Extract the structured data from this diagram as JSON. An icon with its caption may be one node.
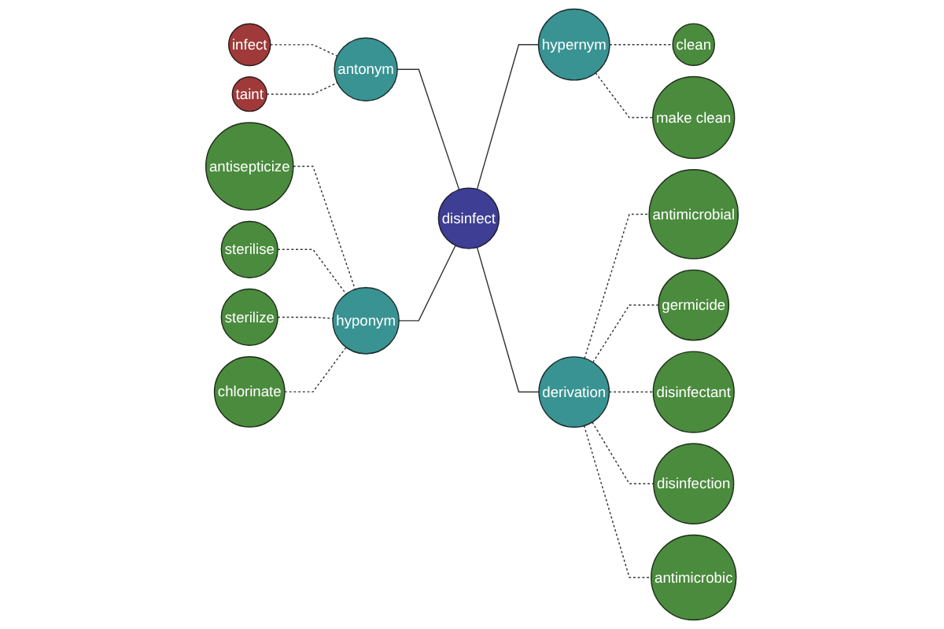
{
  "diagram": {
    "nodes": [
      {
        "text": [
          "infect"
        ]
      },
      {
        "text": [
          "taint"
        ]
      },
      {
        "text": [
          "antisepticize"
        ]
      },
      {
        "text": [
          "sterilise"
        ]
      },
      {
        "text": [
          "clean"
        ]
      },
      {
        "text": [
          "antonym"
        ]
      },
      {
        "text": [
          "sterilize"
        ]
      },
      {
        "text": [
          "hyponym"
        ]
      },
      {
        "text": [
          "make clean"
        ]
      },
      {
        "text": [
          "hypernym"
        ]
      },
      {
        "text": [
          "chlorinate"
        ]
      },
      {
        "text": [
          "disinfect"
        ]
      },
      {
        "text": [
          "antimicrobial"
        ]
      },
      {
        "text": [
          "derivation"
        ]
      },
      {
        "text": [
          "germicide"
        ]
      },
      {
        "text": [
          "disinfectant"
        ]
      },
      {
        "text": [
          "disinfection"
        ]
      },
      {
        "text": [
          "antimicrobic"
        ]
      }
    ],
    "edges": [
      {
        "from": 0,
        "to": 5,
        "arrow": "none",
        "style": "dashed"
      },
      {
        "from": 1,
        "to": 5,
        "arrow": "none",
        "style": "dashed"
      },
      {
        "from": 5,
        "to": 11,
        "arrow": "none"
      },
      {
        "from": 2,
        "to": 7,
        "arrow": "none",
        "style": "dashed"
      },
      {
        "from": 3,
        "to": 7,
        "arrow": "none",
        "style": "dashed"
      },
      {
        "from": 6,
        "to": 7,
        "arrow": "none",
        "style": "dashed"
      },
      {
        "from": 10,
        "to": 7,
        "arrow": "none",
        "style": "dashed"
      },
      {
        "from": 7,
        "to": 11,
        "arrow": "none"
      },
      {
        "from": 11,
        "to": 9,
        "arrow": "none"
      },
      {
        "from": 9,
        "to": 4,
        "arrow": "none",
        "style": "dashed"
      },
      {
        "from": 9,
        "to": 8,
        "arrow": "none",
        "style": "dashed"
      },
      {
        "from": 11,
        "to": 13,
        "arrow": "none"
      },
      {
        "from": 13,
        "to": 12,
        "arrow": "none",
        "style": "dashed"
      },
      {
        "from": 13,
        "to": 14,
        "arrow": "none",
        "style": "dashed"
      },
      {
        "from": 13,
        "to": 15,
        "arrow": "none",
        "style": "dashed"
      },
      {
        "from": 13,
        "to": 16,
        "arrow": "none",
        "style": "dashed"
      },
      {
        "from": 13,
        "to": 17,
        "arrow": "none",
        "style": "dashed"
      }
    ]
  }
}
